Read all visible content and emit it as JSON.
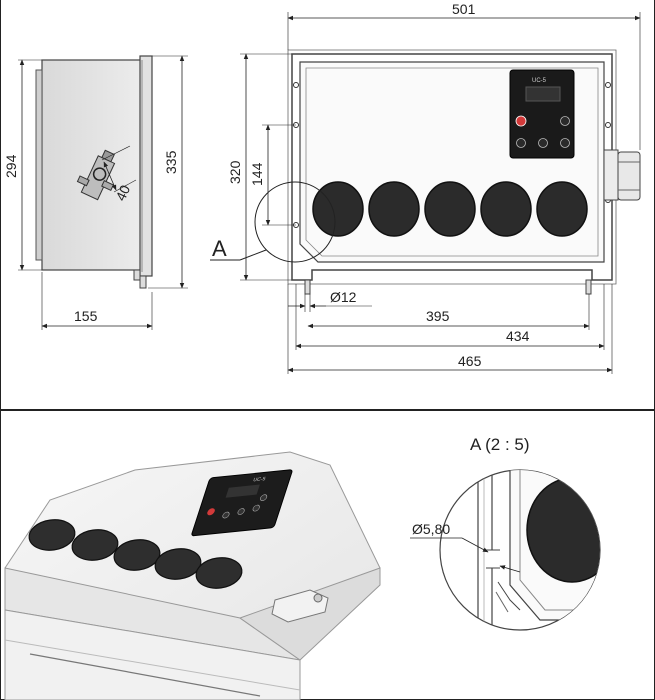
{
  "side_view": {
    "dim_height": "294",
    "dim_total_height": "335",
    "dim_depth": "155",
    "dim_valve": "40"
  },
  "front_view": {
    "dim_top_width": "501",
    "dim_height": "320",
    "dim_inner_height": "144",
    "dim_hole": "Ø12",
    "dim_395": "395",
    "dim_434": "434",
    "dim_465": "465",
    "detail_callout": "A"
  },
  "control_panel": {
    "brand_label": "UC-5"
  },
  "detail_view": {
    "title": "A (2 : 5)",
    "dim_hole": "Ø5,80"
  },
  "perspective_view": {
    "panel_label": "UC-5",
    "vents_count": 5
  },
  "colors": {
    "line": "#222222",
    "panel_dark": "#1a1a1a",
    "vent_fill": "#2b2b2b",
    "body_fill": "#ececec",
    "power_red": "#d23a3a"
  }
}
